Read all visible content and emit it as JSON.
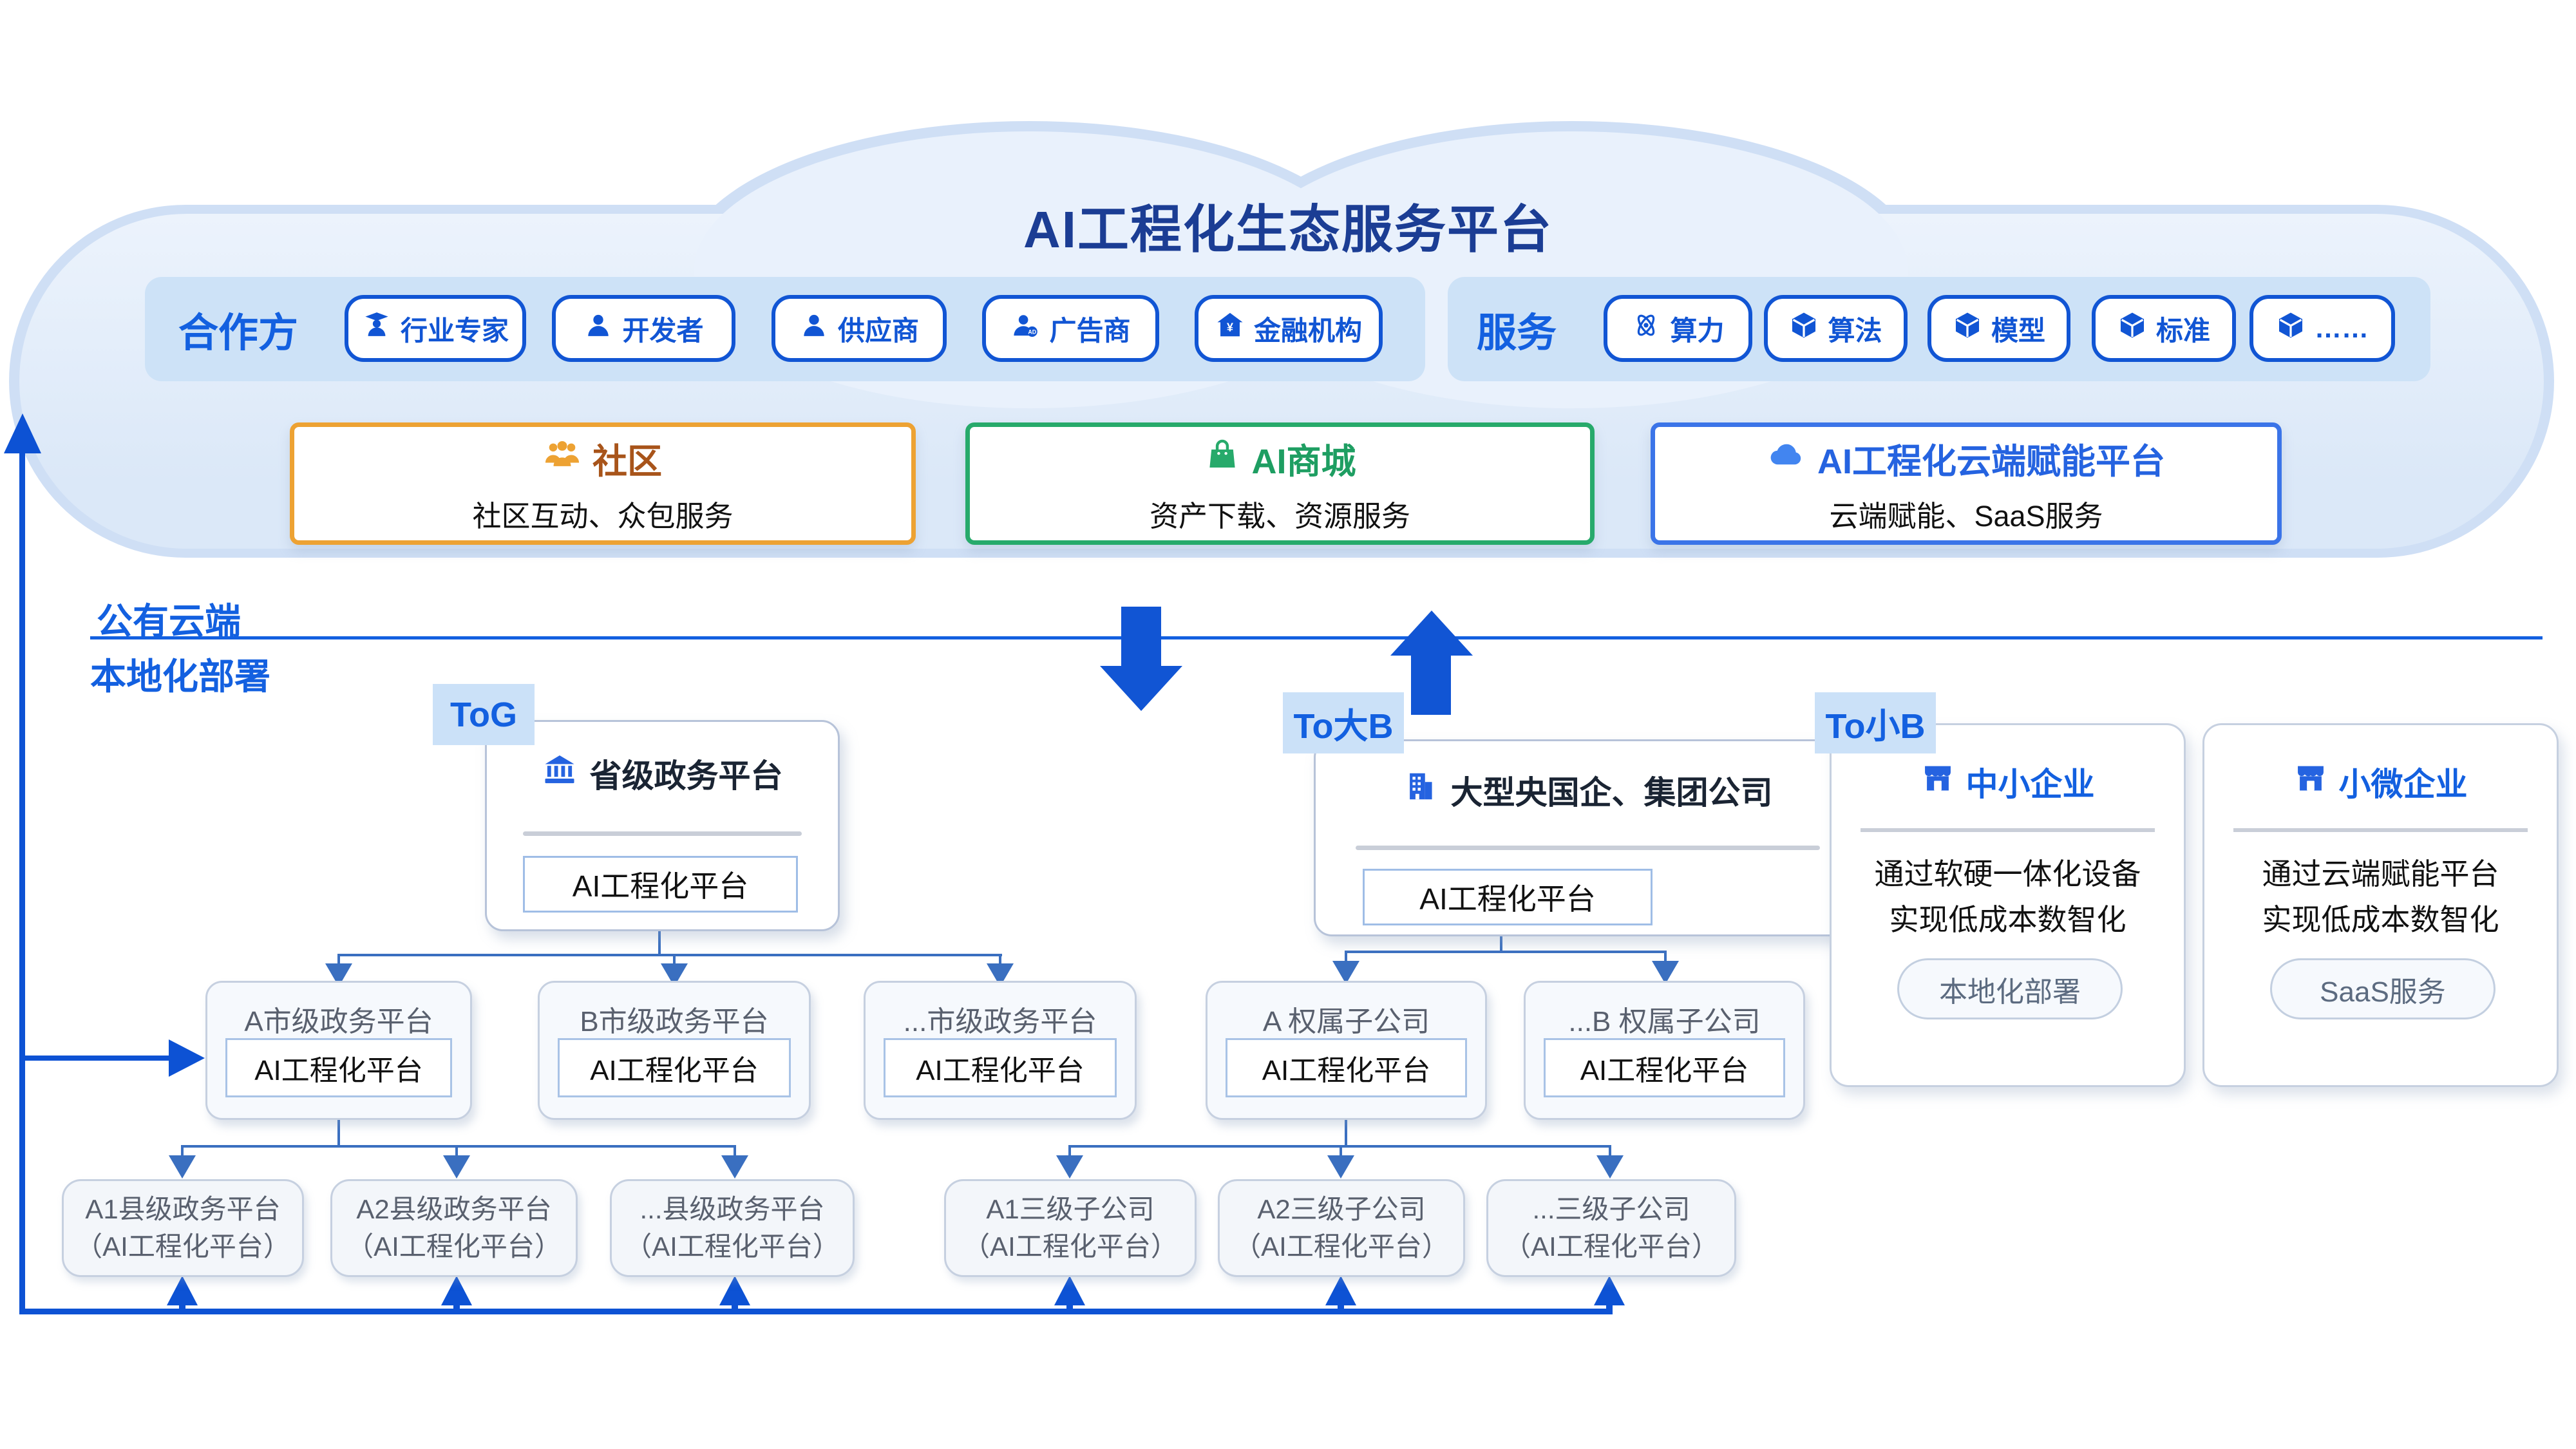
{
  "title": "AI工程化生态服务平台",
  "partners": {
    "label": "合作方",
    "items": [
      {
        "label": "行业专家",
        "icon": "expert-icon"
      },
      {
        "label": "开发者",
        "icon": "developer-icon"
      },
      {
        "label": "供应商",
        "icon": "supplier-icon"
      },
      {
        "label": "广告商",
        "icon": "advertiser-icon"
      },
      {
        "label": "金融机构",
        "icon": "finance-icon"
      }
    ]
  },
  "services": {
    "label": "服务",
    "items": [
      {
        "label": "算力",
        "icon": "atom-icon"
      },
      {
        "label": "算法",
        "icon": "cube-icon"
      },
      {
        "label": "模型",
        "icon": "cube-icon"
      },
      {
        "label": "标准",
        "icon": "cube-icon"
      },
      {
        "label": "……",
        "icon": "cube-icon"
      }
    ]
  },
  "platforms": {
    "community": {
      "title": "社区",
      "subtitle": "社区互动、众包服务"
    },
    "mall": {
      "title": "AI商城",
      "subtitle": "资产下载、资源服务"
    },
    "cloud": {
      "title": "AI工程化云端赋能平台",
      "subtitle": "云端赋能、SaaS服务"
    }
  },
  "deployment": {
    "public_label": "公有云端",
    "local_label": "本地化部署"
  },
  "tog": {
    "tag": "ToG",
    "root": {
      "title": "省级政务平台",
      "inner": "AI工程化平台"
    },
    "children": [
      {
        "title": "A市级政务平台",
        "inner": "AI工程化平台"
      },
      {
        "title": "B市级政务平台",
        "inner": "AI工程化平台"
      },
      {
        "title": "...市级政务平台",
        "inner": "AI工程化平台"
      }
    ],
    "grandchildren": [
      {
        "line1": "A1县级政务平台",
        "line2": "（AI工程化平台）"
      },
      {
        "line1": "A2县级政务平台",
        "line2": "（AI工程化平台）"
      },
      {
        "line1": "...县级政务平台",
        "line2": "（AI工程化平台）"
      }
    ]
  },
  "tobig": {
    "tag": "To大B",
    "root": {
      "title": "大型央国企、集团公司",
      "inner": "AI工程化平台"
    },
    "children": [
      {
        "title": "A 权属子公司",
        "inner": "AI工程化平台"
      },
      {
        "title": "...B 权属子公司",
        "inner": "AI工程化平台"
      }
    ],
    "grandchildren": [
      {
        "line1": "A1三级子公司",
        "line2": "（AI工程化平台）"
      },
      {
        "line1": "A2三级子公司",
        "line2": "（AI工程化平台）"
      },
      {
        "line1": "...三级子公司",
        "line2": "（AI工程化平台）"
      }
    ]
  },
  "tosmall": {
    "tag": "To小B",
    "cards": [
      {
        "title": "中小企业",
        "desc_line1": "通过软硬一体化设备",
        "desc_line2": "实现低成本数智化",
        "pill": "本地化部署"
      },
      {
        "title": "小微企业",
        "desc_line1": "通过云端赋能平台",
        "desc_line2": "实现低成本数智化",
        "pill": "SaaS服务"
      }
    ]
  },
  "colors": {
    "primary_blue": "#1155D4",
    "title_navy": "#1B3D94",
    "label_blue": "#1360E0",
    "tree_line": "#3A6FC0",
    "bus_blue": "#0D52D4",
    "community_accent": "#EDA233",
    "community_title": "#A8541A",
    "mall_accent": "#27AA6B",
    "cloud_accent": "#3B74E8"
  }
}
